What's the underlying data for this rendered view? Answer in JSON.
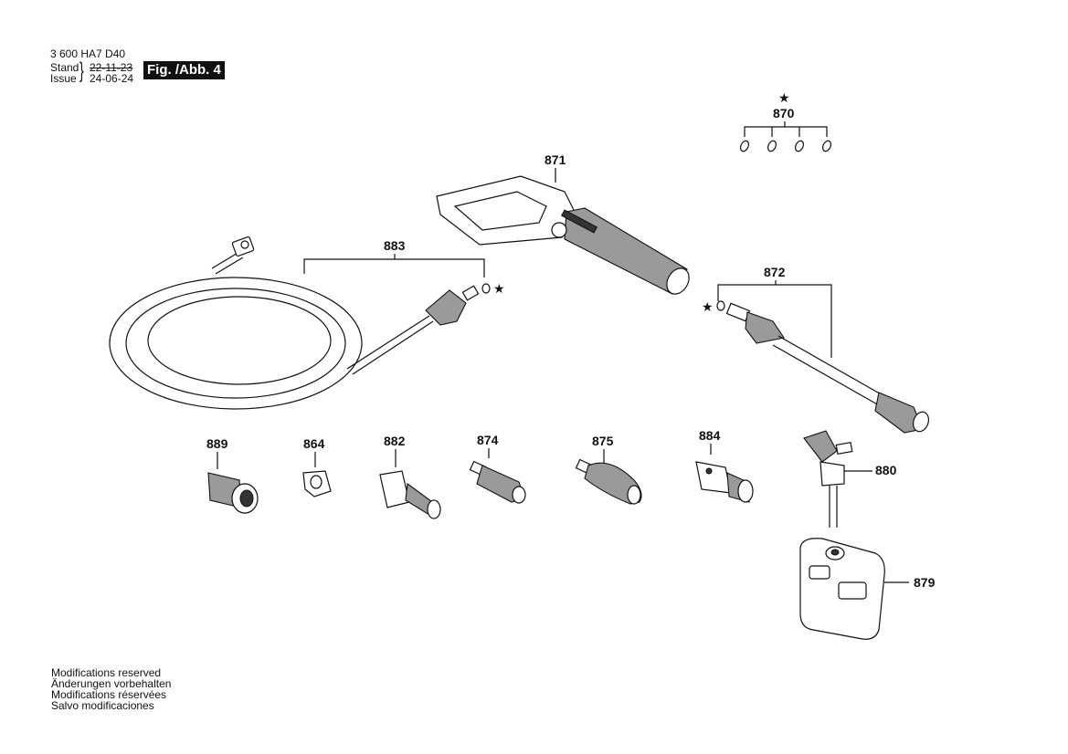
{
  "header": {
    "doc_number": "3 600 HA7 D40",
    "stand_label": "Stand",
    "issue_label": "Issue",
    "stand_date": "22-11-23",
    "issue_date": "24-06-24",
    "brace": "}",
    "figure_label": "Fig. /Abb. 4"
  },
  "footer_notes": [
    "Modifications reserved",
    "Änderungen vorbehalten",
    "Modifications réservées",
    "Salvo modificaciones"
  ],
  "markers": {
    "star": "★"
  },
  "parts": {
    "p870": "870",
    "p871": "871",
    "p872": "872",
    "p883": "883",
    "p889": "889",
    "p864": "864",
    "p882": "882",
    "p874": "874",
    "p875": "875",
    "p884": "884",
    "p880": "880",
    "p879": "879"
  }
}
